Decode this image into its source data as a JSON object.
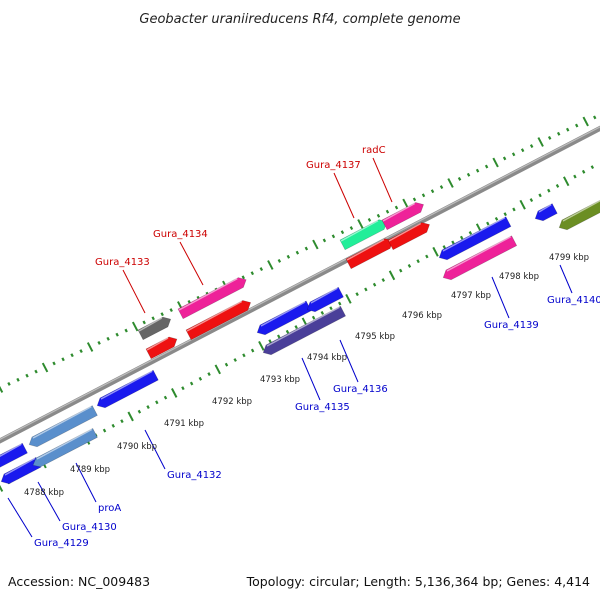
{
  "title": "Geobacter uraniireducens Rf4, complete genome",
  "footer": {
    "accession": "Accession: NC_009483",
    "summary": "Topology: circular; Length: 5,136,364 bp; Genes: 4,414"
  },
  "colors": {
    "backbone": "#8a8a8a",
    "tick": "#2e8b2e",
    "label_forward": "#cc0000",
    "label_reverse": "#0000cc",
    "leader_forward": "#cc0000",
    "leader_reverse": "#0000cc"
  },
  "kbp_labels": [
    {
      "text": "4788 kbp",
      "kbp": 4788
    },
    {
      "text": "4789 kbp",
      "kbp": 4789
    },
    {
      "text": "4790 kbp",
      "kbp": 4790
    },
    {
      "text": "4791 kbp",
      "kbp": 4791
    },
    {
      "text": "4792 kbp",
      "kbp": 4792
    },
    {
      "text": "4793 kbp",
      "kbp": 4793
    },
    {
      "text": "4794 kbp",
      "kbp": 4794
    },
    {
      "text": "4795 kbp",
      "kbp": 4795
    },
    {
      "text": "4796 kbp",
      "kbp": 4796
    },
    {
      "text": "4797 kbp",
      "kbp": 4797
    },
    {
      "text": "4798 kbp",
      "kbp": 4798
    },
    {
      "text": "4799 kbp",
      "kbp": 4799
    }
  ],
  "gene_labels": [
    {
      "text": "Gura_4133",
      "strand": "forward"
    },
    {
      "text": "Gura_4134",
      "strand": "forward"
    },
    {
      "text": "Gura_4137",
      "strand": "forward"
    },
    {
      "text": "radC",
      "strand": "forward"
    },
    {
      "text": "Gura_4129",
      "strand": "reverse"
    },
    {
      "text": "Gura_4130",
      "strand": "reverse"
    },
    {
      "text": "proA",
      "strand": "reverse"
    },
    {
      "text": "Gura_4132",
      "strand": "reverse"
    },
    {
      "text": "Gura_4135",
      "strand": "reverse"
    },
    {
      "text": "Gura_4136",
      "strand": "reverse"
    },
    {
      "text": "Gura_4139",
      "strand": "reverse"
    },
    {
      "text": "Gura_4140",
      "strand": "reverse"
    }
  ],
  "features": [
    {
      "name": "gene-block",
      "color": "#1a1aee",
      "strand": "reverse"
    },
    {
      "name": "gene-block",
      "color": "#1a1aee",
      "strand": "reverse"
    },
    {
      "name": "gene-block",
      "color": "#5a8fcc",
      "strand": "reverse"
    },
    {
      "name": "gene-block",
      "color": "#5a8fcc",
      "strand": "reverse"
    },
    {
      "name": "gene-block",
      "color": "#1a1aee",
      "strand": "reverse"
    },
    {
      "name": "gene-block",
      "color": "#666666",
      "strand": "forward"
    },
    {
      "name": "gene-block",
      "color": "#ee1111",
      "strand": "forward"
    },
    {
      "name": "gene-block",
      "color": "#ee2299",
      "strand": "forward"
    },
    {
      "name": "gene-block",
      "color": "#ee1111",
      "strand": "forward"
    },
    {
      "name": "gene-block",
      "color": "#1a1aee",
      "strand": "reverse"
    },
    {
      "name": "gene-block",
      "color": "#1a1aee",
      "strand": "reverse"
    },
    {
      "name": "gene-block",
      "color": "#4a3f99",
      "strand": "reverse"
    },
    {
      "name": "gene-block",
      "color": "#22ee99",
      "strand": "forward"
    },
    {
      "name": "gene-block",
      "color": "#ee1111",
      "strand": "forward"
    },
    {
      "name": "gene-block",
      "color": "#ee2299",
      "strand": "forward"
    },
    {
      "name": "gene-block",
      "color": "#ee1111",
      "strand": "forward"
    },
    {
      "name": "gene-block",
      "color": "#1a1aee",
      "strand": "reverse"
    },
    {
      "name": "gene-block",
      "color": "#ee2299",
      "strand": "reverse"
    },
    {
      "name": "gene-block",
      "color": "#1a1aee",
      "strand": "reverse"
    },
    {
      "name": "gene-block",
      "color": "#6b8e23",
      "strand": "reverse"
    }
  ]
}
